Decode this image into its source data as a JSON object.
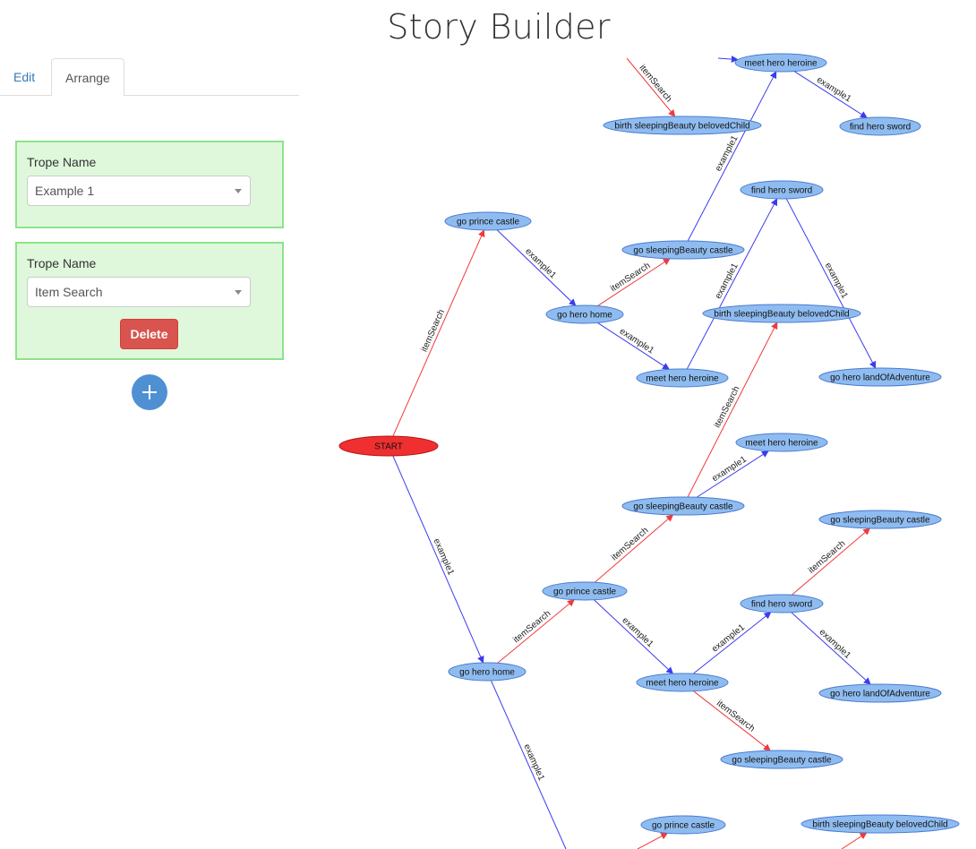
{
  "app": {
    "title": "Story Builder"
  },
  "tabs": [
    {
      "label": "Edit",
      "active": false
    },
    {
      "label": "Arrange",
      "active": true
    }
  ],
  "tropes": [
    {
      "field_label": "Trope Name",
      "selected": "Example 1",
      "has_delete": false
    },
    {
      "field_label": "Trope Name",
      "selected": "Item Search",
      "has_delete": true,
      "delete_label": "Delete"
    }
  ],
  "add_button": {
    "icon": "plus-icon"
  },
  "colors": {
    "node_fill": "#8fbcf0",
    "node_stroke": "#4a7bd0",
    "start_fill": "#f03030",
    "start_stroke": "#b51616",
    "edge_example1": "#3b3bf0",
    "edge_itemSearch": "#f03a3a"
  },
  "graph": {
    "nodes": [
      {
        "id": "n0",
        "label": "START",
        "start": true
      },
      {
        "id": "n1",
        "label": "go prince castle"
      },
      {
        "id": "n2",
        "label": "go hero home"
      },
      {
        "id": "n3",
        "label": "birth sleepingBeauty belovedChild"
      },
      {
        "id": "n4",
        "label": "meet hero heroine"
      },
      {
        "id": "n5",
        "label": "find hero sword"
      },
      {
        "id": "n6",
        "label": "go sleepingBeauty castle"
      },
      {
        "id": "n7",
        "label": "go hero home"
      },
      {
        "id": "n8",
        "label": "meet hero heroine"
      },
      {
        "id": "n9",
        "label": "find hero sword"
      },
      {
        "id": "n10",
        "label": "birth sleepingBeauty belovedChild"
      },
      {
        "id": "n11",
        "label": "go hero landOfAdventure"
      },
      {
        "id": "n12",
        "label": "meet hero heroine"
      },
      {
        "id": "n13",
        "label": "go sleepingBeauty castle"
      },
      {
        "id": "n14",
        "label": "go prince castle"
      },
      {
        "id": "n15",
        "label": "go sleepingBeauty castle"
      },
      {
        "id": "n16",
        "label": "find hero sword"
      },
      {
        "id": "n17",
        "label": "meet hero heroine"
      },
      {
        "id": "n18",
        "label": "go hero landOfAdventure"
      },
      {
        "id": "n19",
        "label": "go sleepingBeauty castle"
      },
      {
        "id": "n20",
        "label": "go prince castle"
      },
      {
        "id": "n21",
        "label": "birth sleepingBeauty belovedChild"
      }
    ],
    "edges": [
      {
        "from": "n0",
        "to": "n1",
        "label": "itemSearch",
        "type": "itemSearch"
      },
      {
        "from": "n0",
        "to": "n2",
        "label": "example1",
        "type": "example1"
      },
      {
        "from": "n1",
        "to": "n7",
        "label": "example1",
        "type": "example1"
      },
      {
        "from": "n7",
        "to": "n6",
        "label": "itemSearch",
        "type": "itemSearch"
      },
      {
        "from": "n6",
        "to": "n4",
        "label": "example1",
        "type": "example1"
      },
      {
        "from": "n4",
        "to": "n5",
        "label": "example1",
        "type": "example1"
      },
      {
        "from": "n7",
        "to": "n8",
        "label": "example1",
        "type": "example1"
      },
      {
        "from": "n8",
        "to": "n9",
        "label": "example1",
        "type": "example1"
      },
      {
        "from": "n9",
        "to": "n11",
        "label": "example1",
        "type": "example1"
      },
      {
        "from": "n13",
        "to": "n10",
        "label": "itemSearch",
        "type": "itemSearch"
      },
      {
        "from": "n13",
        "to": "n12",
        "label": "example1",
        "type": "example1"
      },
      {
        "from": "n2",
        "to": "n14",
        "label": "itemSearch",
        "type": "itemSearch"
      },
      {
        "from": "n14",
        "to": "n13",
        "label": "itemSearch",
        "type": "itemSearch"
      },
      {
        "from": "n14",
        "to": "n17",
        "label": "example1",
        "type": "example1"
      },
      {
        "from": "n17",
        "to": "n16",
        "label": "example1",
        "type": "example1"
      },
      {
        "from": "n16",
        "to": "n15",
        "label": "itemSearch",
        "type": "itemSearch"
      },
      {
        "from": "n16",
        "to": "n18",
        "label": "example1",
        "type": "example1"
      },
      {
        "from": "n17",
        "to": "n19",
        "label": "itemSearch",
        "type": "itemSearch"
      },
      {
        "from": "n2",
        "to": null,
        "label": "example1",
        "type": "example1"
      },
      {
        "from": null,
        "to": "n3",
        "label": "itemSearch",
        "type": "itemSearch"
      },
      {
        "from": null,
        "to": "n4",
        "label": "",
        "type": "example1"
      },
      {
        "from": null,
        "to": "n20",
        "label": "",
        "type": "itemSearch"
      },
      {
        "from": null,
        "to": "n21",
        "label": "",
        "type": "itemSearch"
      }
    ]
  }
}
